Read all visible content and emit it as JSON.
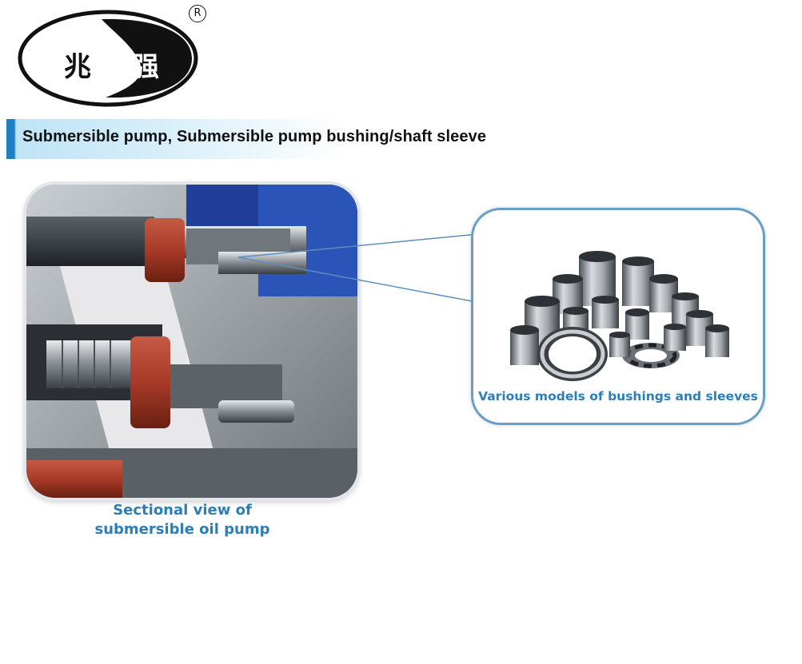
{
  "logo": {
    "char_left": "兆",
    "char_right": "强",
    "registered_mark": "R"
  },
  "banner": {
    "title": "Submersible pump, Submersible pump bushing/shaft sleeve"
  },
  "figure_left": {
    "caption_line1": "Sectional view of",
    "caption_line2": "submersible oil pump"
  },
  "figure_right": {
    "caption": "Various models of bushings and sleeves"
  },
  "colors": {
    "accent_blue": "#2a7fb8",
    "banner_blue": "#1f7fc0",
    "pump_red": "#a83a28"
  }
}
